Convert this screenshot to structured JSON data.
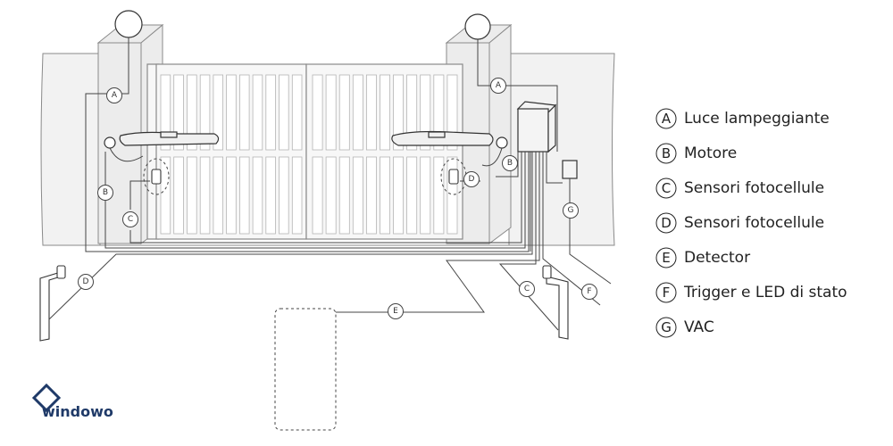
{
  "diagram": {
    "tags": {
      "A": "A",
      "B": "B",
      "C": "C",
      "D": "D",
      "E": "E",
      "F": "F",
      "G": "G"
    },
    "legend": [
      {
        "letter": "A",
        "label": "Luce lampeggiante"
      },
      {
        "letter": "B",
        "label": "Motore"
      },
      {
        "letter": "C",
        "label": "Sensori fotocellule"
      },
      {
        "letter": "D",
        "label": "Sensori fotocellule"
      },
      {
        "letter": "E",
        "label": "Detector"
      },
      {
        "letter": "F",
        "label": "Trigger e LED di stato"
      },
      {
        "letter": "G",
        "label": "VAC"
      }
    ]
  },
  "logo": {
    "text": "windowo"
  },
  "colors": {
    "line": "#444444",
    "logo": "#1f3a68"
  }
}
